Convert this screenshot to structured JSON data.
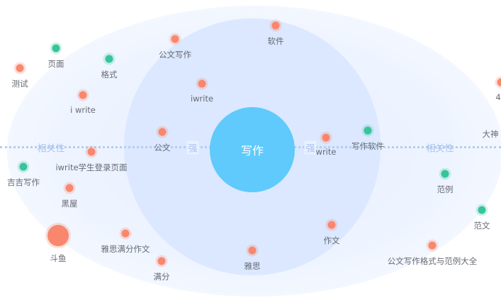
{
  "center": {
    "label": "写作"
  },
  "axis": {
    "left_relevance": "相关性",
    "left_strong": "强",
    "right_strong": "强",
    "right_relevance": "相关性"
  },
  "keywords": [
    {
      "label": "软件",
      "color": "orange"
    },
    {
      "label": "公文写作",
      "color": "orange"
    },
    {
      "label": "页面",
      "color": "green"
    },
    {
      "label": "格式",
      "color": "green"
    },
    {
      "label": "测试",
      "color": "orange"
    },
    {
      "label": "iwrite",
      "color": "orange"
    },
    {
      "label": "i write",
      "color": "orange"
    },
    {
      "label": "公文",
      "color": "orange"
    },
    {
      "label": "write",
      "color": "orange"
    },
    {
      "label": "写作软件",
      "color": "green"
    },
    {
      "label": "iwrite学生登录页面",
      "color": "orange"
    },
    {
      "label": "吉吉写作",
      "color": "green"
    },
    {
      "label": "黑屋",
      "color": "orange"
    },
    {
      "label": "范例",
      "color": "green"
    },
    {
      "label": "范文",
      "color": "green"
    },
    {
      "label": "斗鱼",
      "color": "orange"
    },
    {
      "label": "雅思满分作文",
      "color": "orange"
    },
    {
      "label": "作文",
      "color": "orange"
    },
    {
      "label": "公文写作格式与范例大全",
      "color": "orange"
    },
    {
      "label": "满分",
      "color": "orange"
    },
    {
      "label": "雅思",
      "color": "orange"
    },
    {
      "label": "大神",
      "color": "orange"
    },
    {
      "label": "4",
      "color": "orange"
    }
  ],
  "colors": {
    "orange": "#f9876e",
    "green": "#37c49a",
    "center": "#5fcafb"
  }
}
